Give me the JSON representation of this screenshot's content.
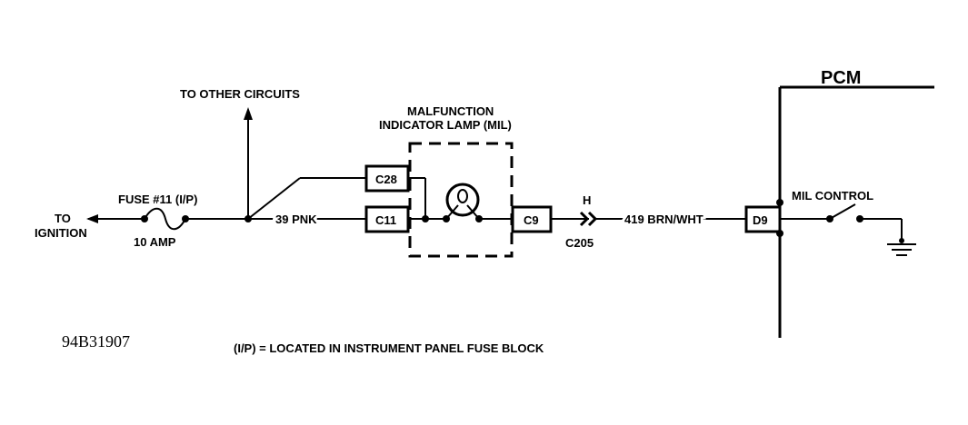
{
  "labels": {
    "to_other_circuits": "TO OTHER CIRCUITS",
    "mil_title_1": "MALFUNCTION",
    "mil_title_2": "INDICATOR LAMP (MIL)",
    "pcm": "PCM",
    "to": "TO",
    "ignition": "IGNITION",
    "fuse": "FUSE #11 (I/P)",
    "amp": "10 AMP",
    "wire_39": "39 PNK",
    "connector_h": "H",
    "c205": "C205",
    "wire_419": "419 BRN/WHT",
    "mil_control": "MIL CONTROL",
    "figure_code": "94B31907",
    "footnote": "(I/P) = LOCATED IN INSTRUMENT PANEL FUSE BLOCK"
  },
  "connectors": {
    "c28": "C28",
    "c11": "C11",
    "c9": "C9",
    "d9": "D9"
  }
}
